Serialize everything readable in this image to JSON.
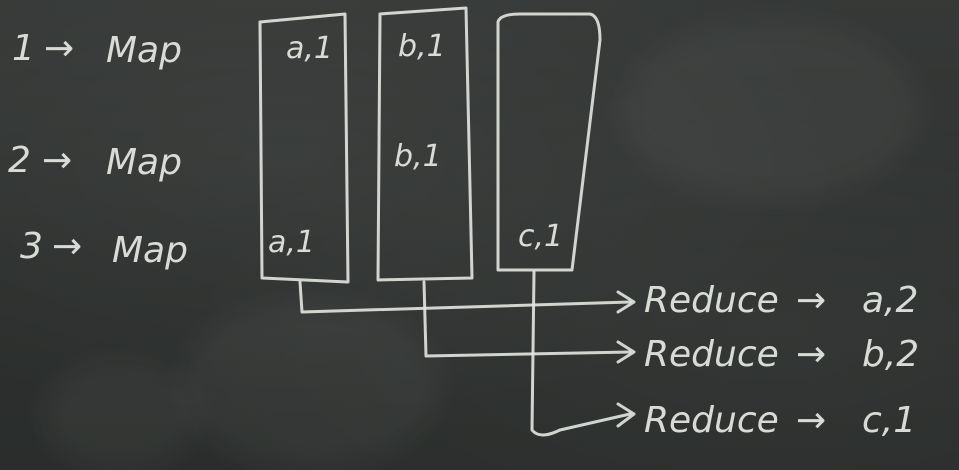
{
  "map_rows": [
    {
      "number": "1",
      "label": "Map"
    },
    {
      "number": "2",
      "label": "Map"
    },
    {
      "number": "3",
      "label": "Map"
    }
  ],
  "arrow_glyph": "→",
  "groups": [
    {
      "entries": [
        "a,1",
        "a,1"
      ]
    },
    {
      "entries": [
        "b,1",
        "b,1"
      ]
    },
    {
      "entries": [
        "c,1"
      ]
    }
  ],
  "reduce_rows": [
    {
      "label": "Reduce",
      "result": "a,2"
    },
    {
      "label": "Reduce",
      "result": "b,2"
    },
    {
      "label": "Reduce",
      "result": "c,1"
    }
  ]
}
